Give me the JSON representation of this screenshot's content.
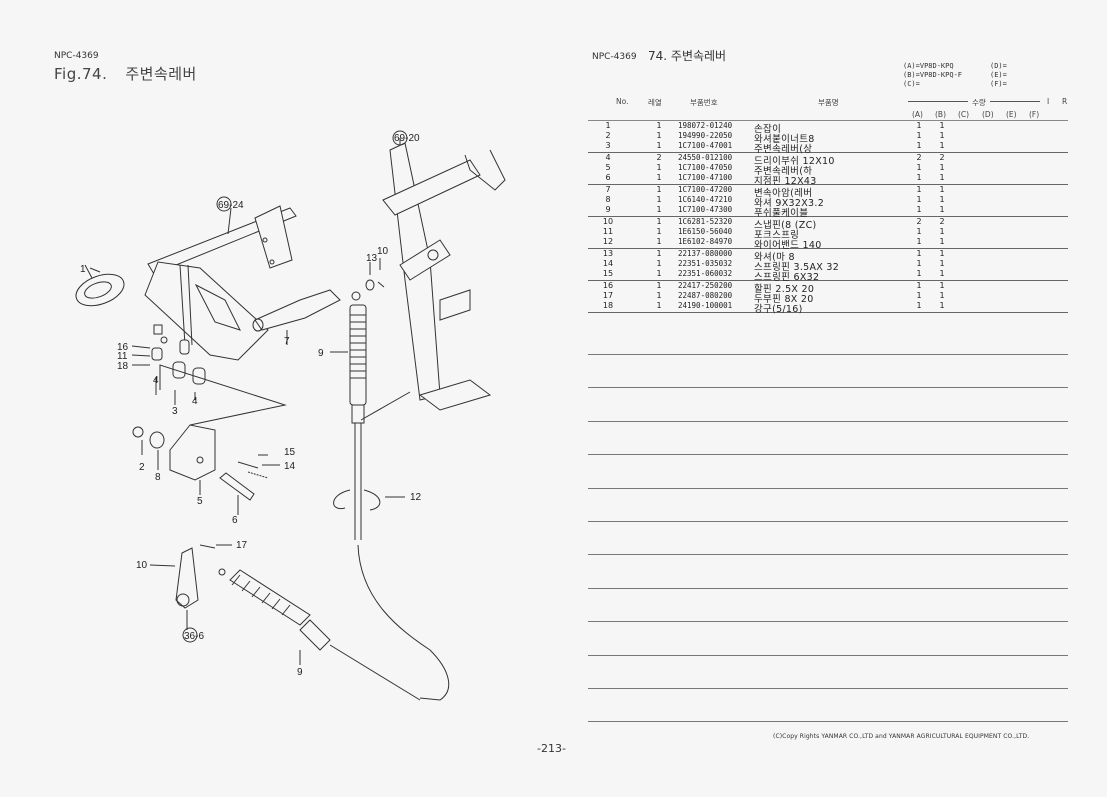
{
  "left_page": {
    "doc_code": "NPC-4369",
    "figure_title": "Fig.74.",
    "figure_name": "주변속레버",
    "callouts": [
      {
        "label": "1"
      },
      {
        "label": "69-24"
      },
      {
        "label": "16"
      },
      {
        "label": "11"
      },
      {
        "label": "18"
      },
      {
        "label": "4"
      },
      {
        "label": "3"
      },
      {
        "label": "4"
      },
      {
        "label": "2"
      },
      {
        "label": "8"
      },
      {
        "label": "5"
      },
      {
        "label": "6"
      },
      {
        "label": "15"
      },
      {
        "label": "14"
      },
      {
        "label": "7"
      },
      {
        "label": "69-20"
      },
      {
        "label": "13"
      },
      {
        "label": "10"
      },
      {
        "label": "9"
      },
      {
        "label": "12"
      },
      {
        "label": "17"
      },
      {
        "label": "10"
      },
      {
        "label": "36-6"
      },
      {
        "label": "9"
      }
    ]
  },
  "right_page": {
    "doc_code": "NPC-4369",
    "section_title": "74.   주변속레버",
    "models": {
      "A": "(A)=VP8D-KPQ",
      "B": "(B)=VP8D-KPQ-F",
      "C": "(C)=",
      "D": "(D)=",
      "E": "(E)=",
      "F": "(F)="
    },
    "headers": {
      "no": "No.",
      "col": "레열",
      "part_no": "부품번호",
      "part_name": "부품명",
      "qty": "수량",
      "i": "I",
      "r": "R",
      "qty_cols": [
        "(A)",
        "(B)",
        "(C)",
        "(D)",
        "(E)",
        "(F)"
      ]
    },
    "groups": [
      [
        {
          "no": "1",
          "col": "1",
          "part_no": "198072-01240",
          "name": "손잡이",
          "a": "1",
          "b": "1"
        },
        {
          "no": "2",
          "col": "1",
          "part_no": "194990-22050",
          "name": "와셔붙이너트8",
          "a": "1",
          "b": "1"
        },
        {
          "no": "3",
          "col": "1",
          "part_no": "1C7100-47001",
          "name": "주변속레버(상",
          "a": "1",
          "b": "1"
        }
      ],
      [
        {
          "no": "4",
          "col": "2",
          "part_no": "24550-012100",
          "name": "드리이부쉬 12X10",
          "a": "2",
          "b": "2"
        },
        {
          "no": "5",
          "col": "1",
          "part_no": "1C7100-47050",
          "name": "주변속레버(하",
          "a": "1",
          "b": "1"
        },
        {
          "no": "6",
          "col": "1",
          "part_no": "1C7100-47100",
          "name": "지점핀 12X43",
          "a": "1",
          "b": "1"
        }
      ],
      [
        {
          "no": "7",
          "col": "1",
          "part_no": "1C7100-47200",
          "name": "변속아암(레버",
          "a": "1",
          "b": "1"
        },
        {
          "no": "8",
          "col": "1",
          "part_no": "1C6140-47210",
          "name": "와셔 9X32X3.2",
          "a": "1",
          "b": "1"
        },
        {
          "no": "9",
          "col": "1",
          "part_no": "1C7100-47300",
          "name": "푸쉬풀케이블",
          "a": "1",
          "b": "1"
        }
      ],
      [
        {
          "no": "10",
          "col": "1",
          "part_no": "1C6281-52320",
          "name": "스냅핀(8 (ZC)",
          "a": "2",
          "b": "2"
        },
        {
          "no": "11",
          "col": "1",
          "part_no": "1E6150-56040",
          "name": "포크스프링",
          "a": "1",
          "b": "1"
        },
        {
          "no": "12",
          "col": "1",
          "part_no": "1E6102-84970",
          "name": "와이어밴드 140",
          "a": "1",
          "b": "1"
        }
      ],
      [
        {
          "no": "13",
          "col": "1",
          "part_no": "22137-080000",
          "name": "와셔(마 8",
          "a": "1",
          "b": "1"
        },
        {
          "no": "14",
          "col": "1",
          "part_no": "22351-035032",
          "name": "스프링핀 3.5AX 32",
          "a": "1",
          "b": "1"
        },
        {
          "no": "15",
          "col": "1",
          "part_no": "22351-060032",
          "name": "스프링핀 6X32",
          "a": "1",
          "b": "1"
        }
      ],
      [
        {
          "no": "16",
          "col": "1",
          "part_no": "22417-250200",
          "name": "할핀 2.5X 20",
          "a": "1",
          "b": "1"
        },
        {
          "no": "17",
          "col": "1",
          "part_no": "22487-080200",
          "name": "두부핀  8X 20",
          "a": "1",
          "b": "1"
        },
        {
          "no": "18",
          "col": "1",
          "part_no": "24190-100001",
          "name": "강구(5/16)",
          "a": "1",
          "b": "1"
        }
      ]
    ],
    "copyright": "(C)Copy Rights  YANMAR CO.,LTD and YANMAR AGRICULTURAL EQUIPMENT CO.,LTD."
  },
  "page_number": "-213-"
}
